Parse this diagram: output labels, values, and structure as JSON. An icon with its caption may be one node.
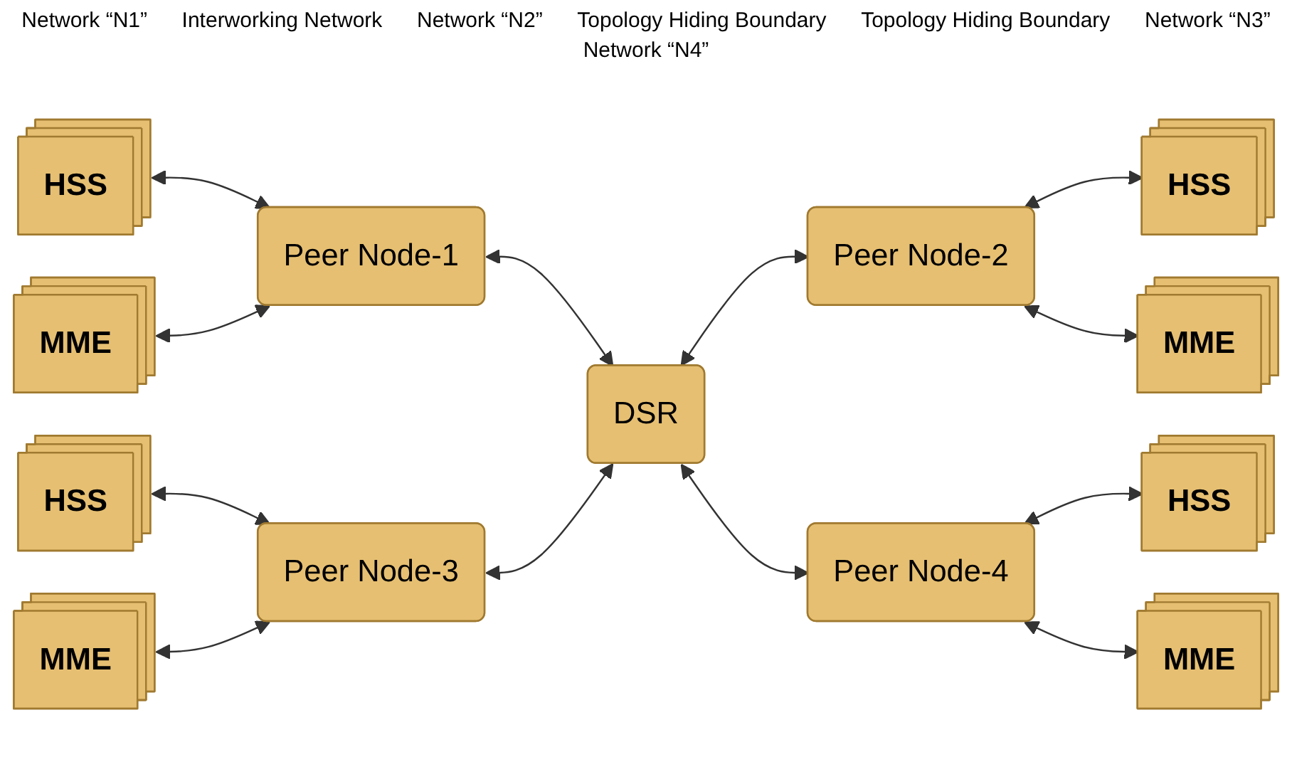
{
  "diagram": {
    "nodes": [
      {
        "text": [
          "HSS"
        ]
      },
      {
        "text": [
          "Peer Node-1"
        ]
      },
      {
        "text": [
          "MME"
        ]
      },
      {
        "text": [
          "Peer Node-2"
        ]
      },
      {
        "text": [
          "HSS"
        ]
      },
      {
        "text": [
          "MME"
        ]
      },
      {
        "text": [
          "DSR"
        ]
      },
      {
        "text": [
          "HSS"
        ]
      },
      {
        "text": [
          "Peer Node-3"
        ]
      },
      {
        "text": [
          "MME"
        ]
      },
      {
        "text": [
          "Peer Node-4"
        ]
      },
      {
        "text": [
          "HSS"
        ]
      },
      {
        "text": [
          "MME"
        ]
      }
    ],
    "edges": [
      {
        "from": 0,
        "to": 1,
        "arrow": "both"
      },
      {
        "from": 2,
        "to": 1,
        "arrow": "both"
      },
      {
        "from": 1,
        "to": 6,
        "arrow": "both"
      },
      {
        "from": 6,
        "to": 3,
        "arrow": "both"
      },
      {
        "from": 3,
        "to": 4,
        "arrow": "both"
      },
      {
        "from": 3,
        "to": 5,
        "arrow": "both"
      },
      {
        "from": 7,
        "to": 8,
        "arrow": "both"
      },
      {
        "from": 9,
        "to": 8,
        "arrow": "both"
      },
      {
        "from": 8,
        "to": 6,
        "arrow": "both"
      },
      {
        "from": 6,
        "to": 10,
        "arrow": "both"
      },
      {
        "from": 10,
        "to": 11,
        "arrow": "both"
      },
      {
        "from": 10,
        "to": 12,
        "arrow": "both"
      }
    ],
    "labels": [
      "Network “N1”",
      "Interworking Network",
      "Network “N2”",
      "Topology Hiding Boundary",
      "Topology Hiding Boundary",
      "Network “N3”",
      "Network “N4”"
    ]
  }
}
